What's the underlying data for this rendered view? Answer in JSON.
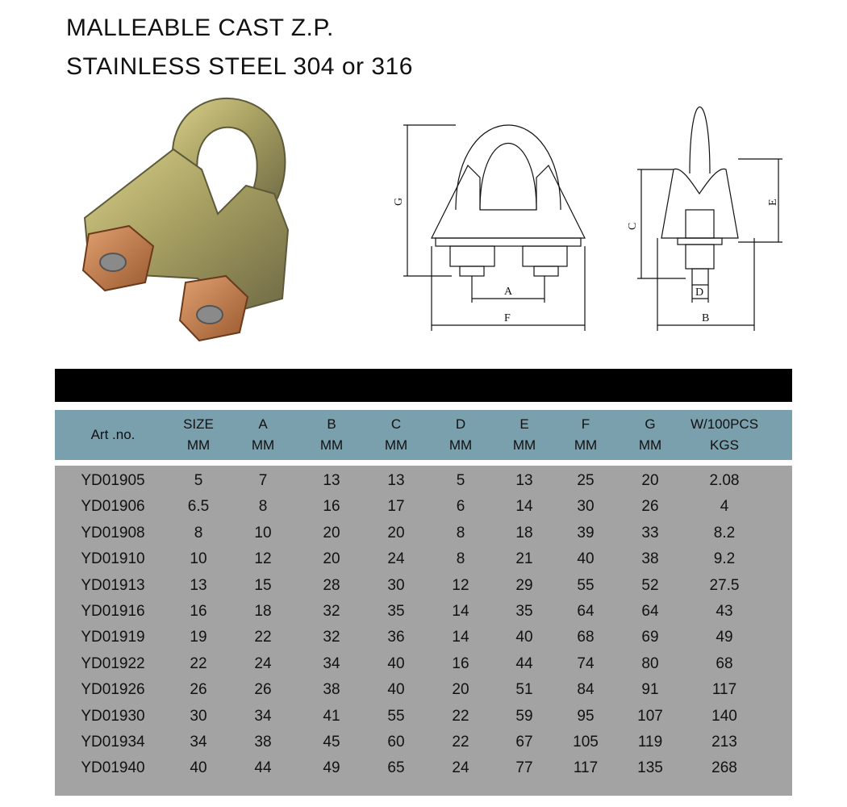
{
  "header": {
    "line1": "MALLEABLE CAST Z.P.",
    "line2": "STAINLESS STEEL 304 or 316"
  },
  "diagram_labels": {
    "a": "A",
    "b": "B",
    "c": "C",
    "d": "D",
    "e": "E",
    "f": "F",
    "g": "G"
  },
  "table": {
    "columns": [
      {
        "l1": "Art .no.",
        "l2": ""
      },
      {
        "l1": "SIZE",
        "l2": "MM"
      },
      {
        "l1": "A",
        "l2": "MM"
      },
      {
        "l1": "B",
        "l2": "MM"
      },
      {
        "l1": "C",
        "l2": "MM"
      },
      {
        "l1": "D",
        "l2": "MM"
      },
      {
        "l1": "E",
        "l2": "MM"
      },
      {
        "l1": "F",
        "l2": "MM"
      },
      {
        "l1": "G",
        "l2": "MM"
      },
      {
        "l1": "W/100PCS",
        "l2": "KGS"
      }
    ],
    "rows": [
      [
        "YD01905",
        "5",
        "7",
        "13",
        "13",
        "5",
        "13",
        "25",
        "20",
        "2.08"
      ],
      [
        "YD01906",
        "6.5",
        "8",
        "16",
        "17",
        "6",
        "14",
        "30",
        "26",
        "4"
      ],
      [
        "YD01908",
        "8",
        "10",
        "20",
        "20",
        "8",
        "18",
        "39",
        "33",
        "8.2"
      ],
      [
        "YD01910",
        "10",
        "12",
        "20",
        "24",
        "8",
        "21",
        "40",
        "38",
        "9.2"
      ],
      [
        "YD01913",
        "13",
        "15",
        "28",
        "30",
        "12",
        "29",
        "55",
        "52",
        "27.5"
      ],
      [
        "YD01916",
        "16",
        "18",
        "32",
        "35",
        "14",
        "35",
        "64",
        "64",
        "43"
      ],
      [
        "YD01919",
        "19",
        "22",
        "32",
        "36",
        "14",
        "40",
        "68",
        "69",
        "49"
      ],
      [
        "YD01922",
        "22",
        "24",
        "34",
        "40",
        "16",
        "44",
        "74",
        "80",
        "68"
      ],
      [
        "YD01926",
        "26",
        "26",
        "38",
        "40",
        "20",
        "51",
        "84",
        "91",
        "117"
      ],
      [
        "YD01930",
        "30",
        "34",
        "41",
        "55",
        "22",
        "59",
        "95",
        "107",
        "140"
      ],
      [
        "YD01934",
        "34",
        "38",
        "45",
        "60",
        "22",
        "67",
        "105",
        "119",
        "213"
      ],
      [
        "YD01940",
        "40",
        "44",
        "49",
        "65",
        "24",
        "77",
        "117",
        "135",
        "268"
      ]
    ]
  }
}
